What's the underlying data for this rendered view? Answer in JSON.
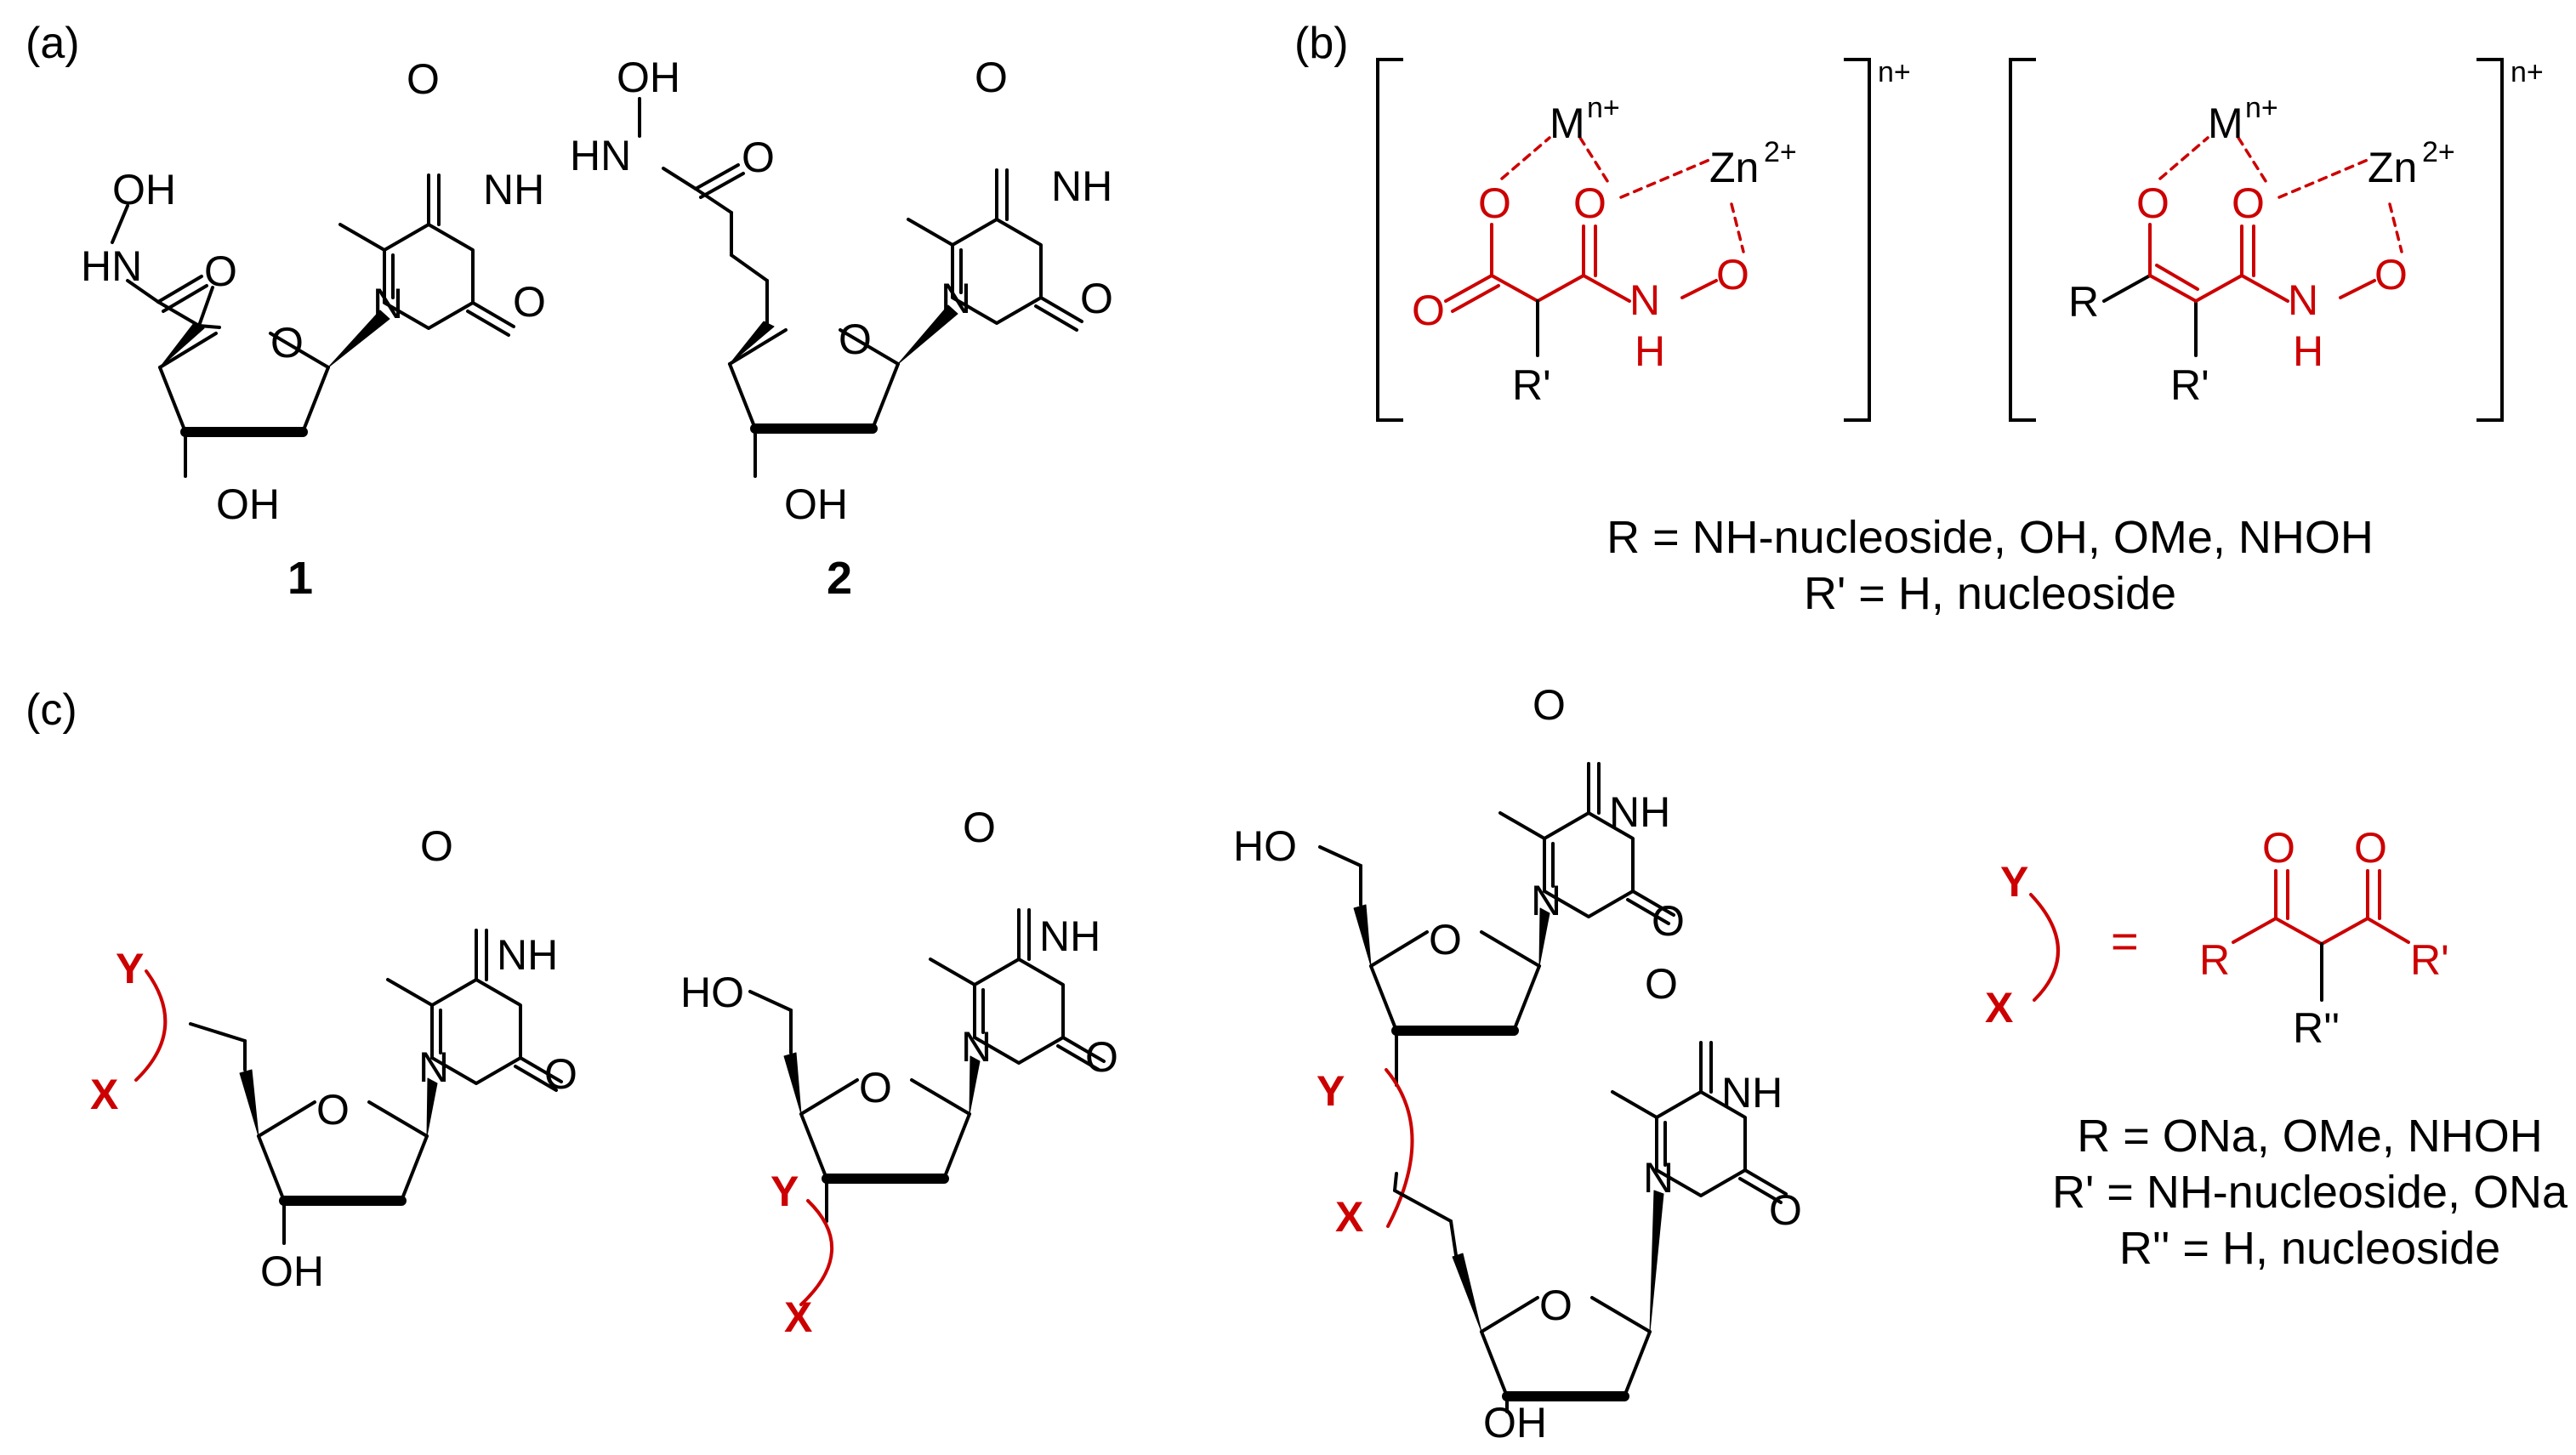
{
  "panels": {
    "a": "(a)",
    "b": "(b)",
    "c": "(c)"
  },
  "compounds": {
    "c1": "1",
    "c2": "2"
  },
  "atoms": {
    "O": "O",
    "OH": "OH",
    "HO": "HO",
    "NH": "NH",
    "N": "N",
    "H": "H",
    "HN": "HN",
    "R": "R",
    "R1": "R'",
    "R2": "R''",
    "M": "M",
    "Mcharge": "n+",
    "Zn": "Zn",
    "Zncharge": "2+",
    "bracket_charge": "n+",
    "X": "X",
    "Y": "Y",
    "equals": "="
  },
  "legend_b": {
    "line1": "R = NH-nucleoside, OH, OMe, NHOH",
    "line2": "R' = H, nucleoside"
  },
  "legend_c": {
    "line1": "R = ONa, OMe, NHOH",
    "line2": "R' = NH-nucleoside, ONa",
    "line3": "R'' = H, nucleoside"
  },
  "colors": {
    "highlight": "#cc0000",
    "structure": "#000000"
  }
}
